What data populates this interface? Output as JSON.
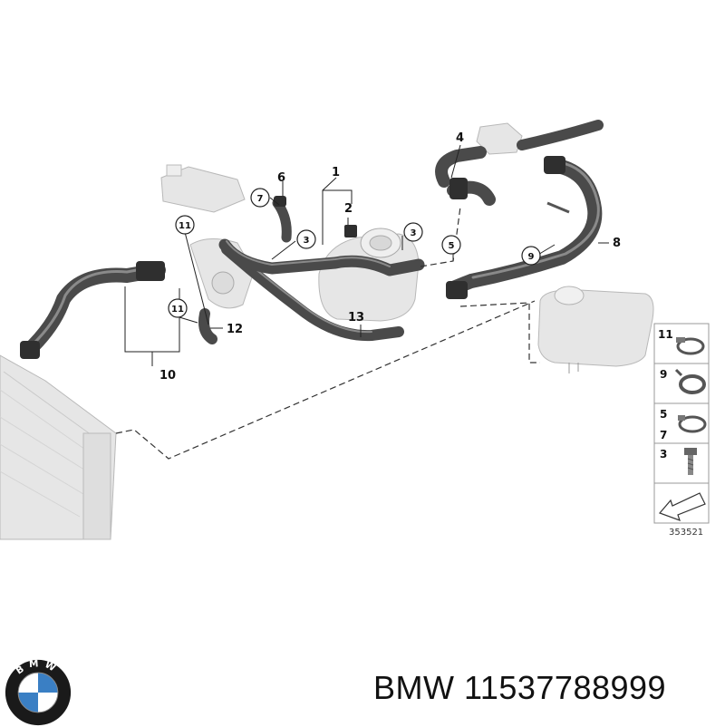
{
  "callouts": {
    "c1": "1",
    "c2": "2",
    "c3a": "3",
    "c3b": "3",
    "c4": "4",
    "c5": "5",
    "c6": "6",
    "c7": "7",
    "c8": "8",
    "c9": "9",
    "c10": "10",
    "c11a": "11",
    "c11b": "11",
    "c12": "12",
    "c13": "13"
  },
  "legend": {
    "row1": "11",
    "row2": "9",
    "row3a": "5",
    "row3b": "7",
    "row4": "3"
  },
  "reference_number": "353521",
  "caption": {
    "brand": "BMW",
    "part_number": "11537788999",
    "text": "BMW 11537788999"
  },
  "logo": {
    "icon": "bmw-roundel-icon",
    "letters": "BMW",
    "colors": {
      "blue": "#3a7fc4",
      "white": "#ffffff",
      "ring": "#1a1a1a"
    }
  }
}
